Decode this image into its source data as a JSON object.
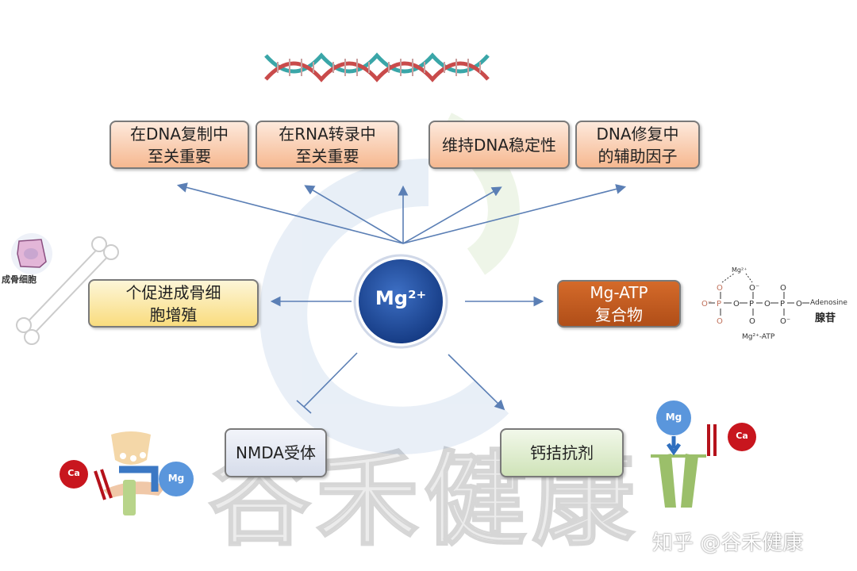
{
  "mg_ion": "Mg²⁺",
  "dna_roles": [
    "在DNA复制中\n至关重要",
    "在RNA转录中\n至关重要",
    "维持DNA稳定性",
    "DNA修复中\n的辅助因子"
  ],
  "osteoblast": {
    "box": "个促进成骨细\n胞增殖",
    "cell_label": "成骨细胞"
  },
  "mg_atp": {
    "box": "Mg-ATP\n复合物",
    "adenosine": "Adenosine",
    "adenosine_cn": "腺苷",
    "caption": "Mg²⁺-ATP",
    "mg": "Mg²⁺"
  },
  "nmda": {
    "box": "NMDA受体",
    "ca": "Ca",
    "mg": "Mg"
  },
  "calcium_blocker": {
    "box": "钙拮抗剂",
    "ca": "Ca",
    "mg": "Mg"
  },
  "watermark": "谷禾健康",
  "credit": "知乎 @谷禾健康",
  "colors": {
    "peach": "#f6b890",
    "yellow": "#fbe08a",
    "orange": "#c0581e",
    "mg_blue": "#1f4ea0",
    "arrow": "#5b7fb5",
    "ca_red": "#b5121b"
  }
}
